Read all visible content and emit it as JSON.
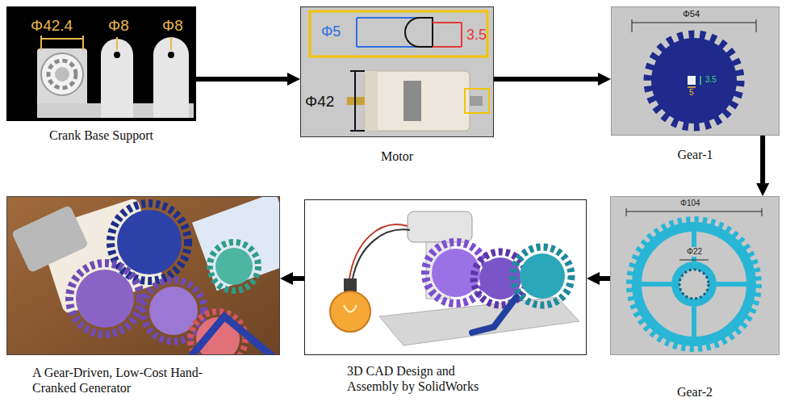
{
  "diagram": {
    "nodes": [
      {
        "text": [
          "Crank Base Support"
        ]
      },
      {
        "text": [
          "Motor"
        ]
      },
      {
        "text": [
          "Gear-1"
        ]
      },
      {
        "text": [
          "Gear-2"
        ]
      },
      {
        "text": [
          "3D CAD Design and Assembly by SolidWorks"
        ]
      },
      {
        "text": [
          "A Gear-Driven, Low-Cost Hand-Cranked Generator"
        ]
      }
    ],
    "edges": [
      {
        "from": 0,
        "to": 1,
        "arrow": "to"
      },
      {
        "from": 1,
        "to": 2,
        "arrow": "to"
      },
      {
        "from": 2,
        "to": 3,
        "arrow": "to"
      },
      {
        "from": 3,
        "to": 4,
        "arrow": "to"
      },
      {
        "from": 4,
        "to": 5,
        "arrow": "to"
      }
    ],
    "labels": [
      "Φ42.4",
      "Φ8",
      "Φ8",
      "Φ5",
      "3.5",
      "Φ42",
      "Φ54",
      "3.5",
      "5",
      "Φ104",
      "Φ22"
    ]
  }
}
